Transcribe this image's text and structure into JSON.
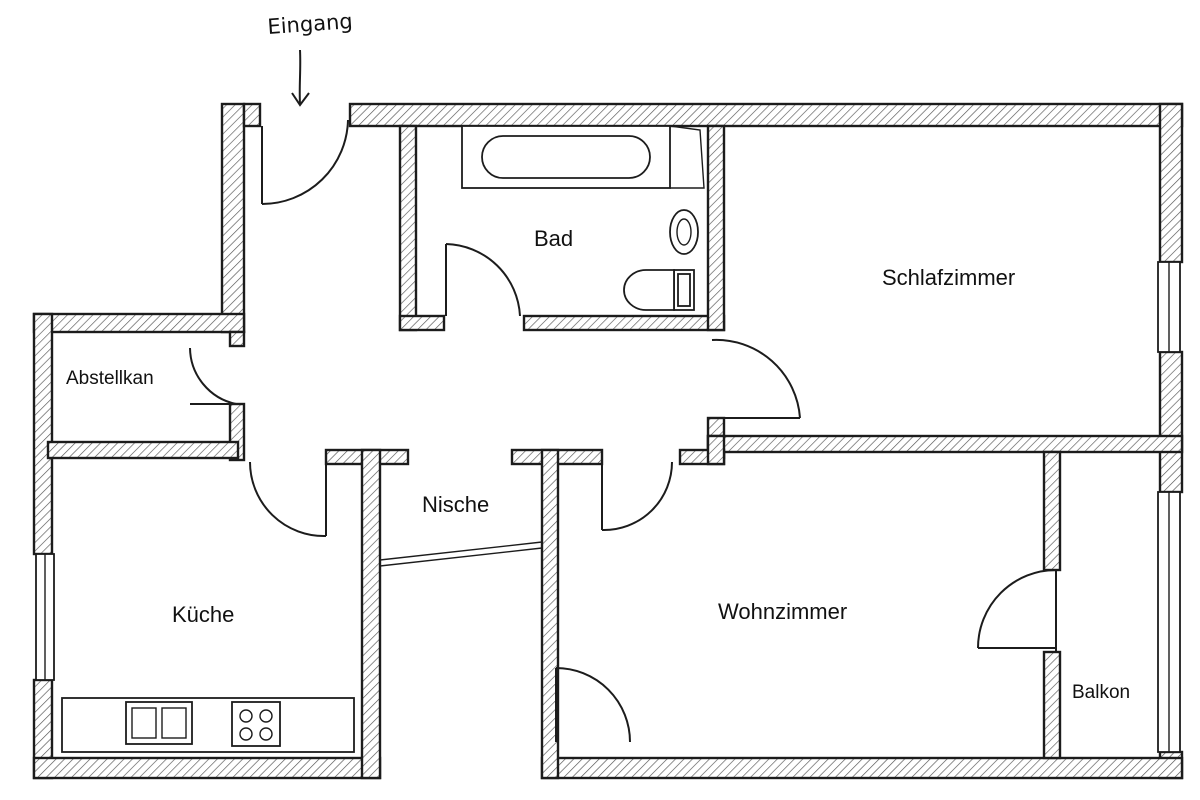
{
  "entrance_label": "Eingang",
  "rooms": {
    "bad": "Bad",
    "schlafzimmer": "Schlafzimmer",
    "abstellkammer": "Abstellkan",
    "nische": "Nische",
    "kueche": "Küche",
    "wohnzimmer": "Wohnzimmer",
    "balkon": "Balkon"
  }
}
